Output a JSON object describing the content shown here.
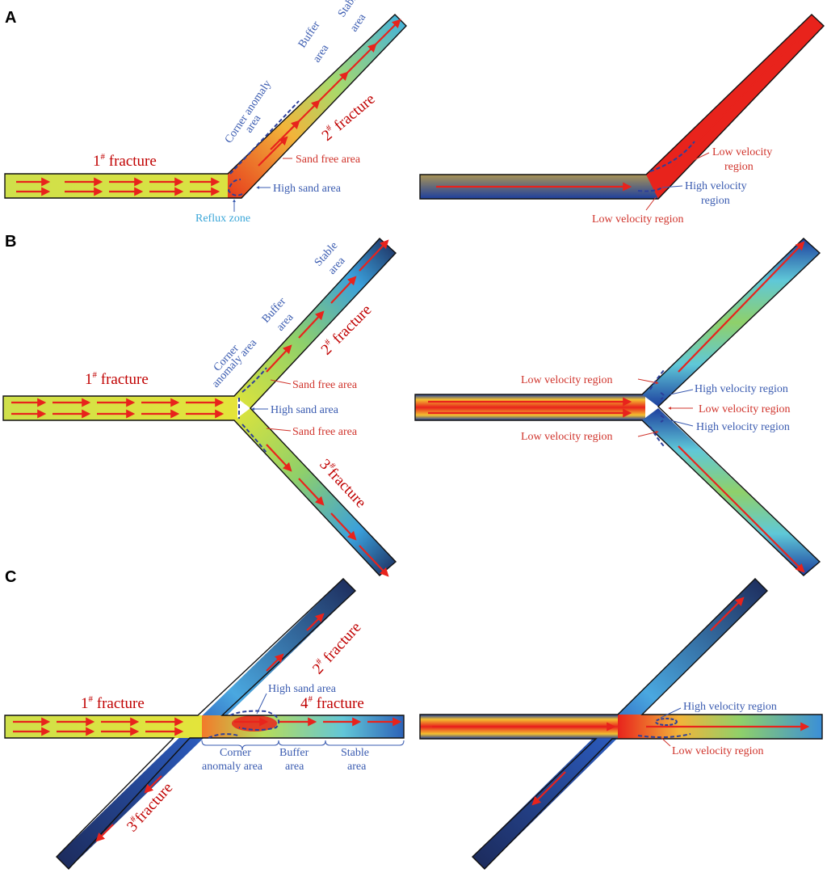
{
  "panels": [
    {
      "label": "A"
    },
    {
      "label": "B"
    },
    {
      "label": "C"
    }
  ],
  "fractures": {
    "f1": {
      "num": "1",
      "sup": "#",
      "word": " fracture"
    },
    "f2": {
      "num": "2",
      "sup": "#",
      "word": " fracture"
    },
    "f3": {
      "num": "3",
      "sup": "#",
      "word": "fracture"
    },
    "f4": {
      "num": "4",
      "sup": "#",
      "word": " fracture"
    }
  },
  "labels": {
    "corner_anomaly": "Corner anomaly",
    "area": "area",
    "corner": "Corner",
    "anomaly_area": "anomaly area",
    "buffer": "Buffer",
    "stable": "Stable",
    "sand_free": "Sand free area",
    "high_sand": "High sand area",
    "reflux": "Reflux zone",
    "low_velocity": "Low velocity",
    "region": "region",
    "high_velocity": "High velocity",
    "low_velocity_region": "Low velocity region",
    "high_velocity_region": "High velocity region"
  },
  "colors": {
    "sand_yellow": "#dfe43a",
    "velocity_red": "#e8231c",
    "blue_low": "#1d3f9e",
    "navy": "#1c2a5a",
    "annotation_blue": "#3a5bb0",
    "annotation_red": "#d0342c",
    "fracture_red": "#c00000",
    "reflux_cyan": "#3aa6d8"
  }
}
